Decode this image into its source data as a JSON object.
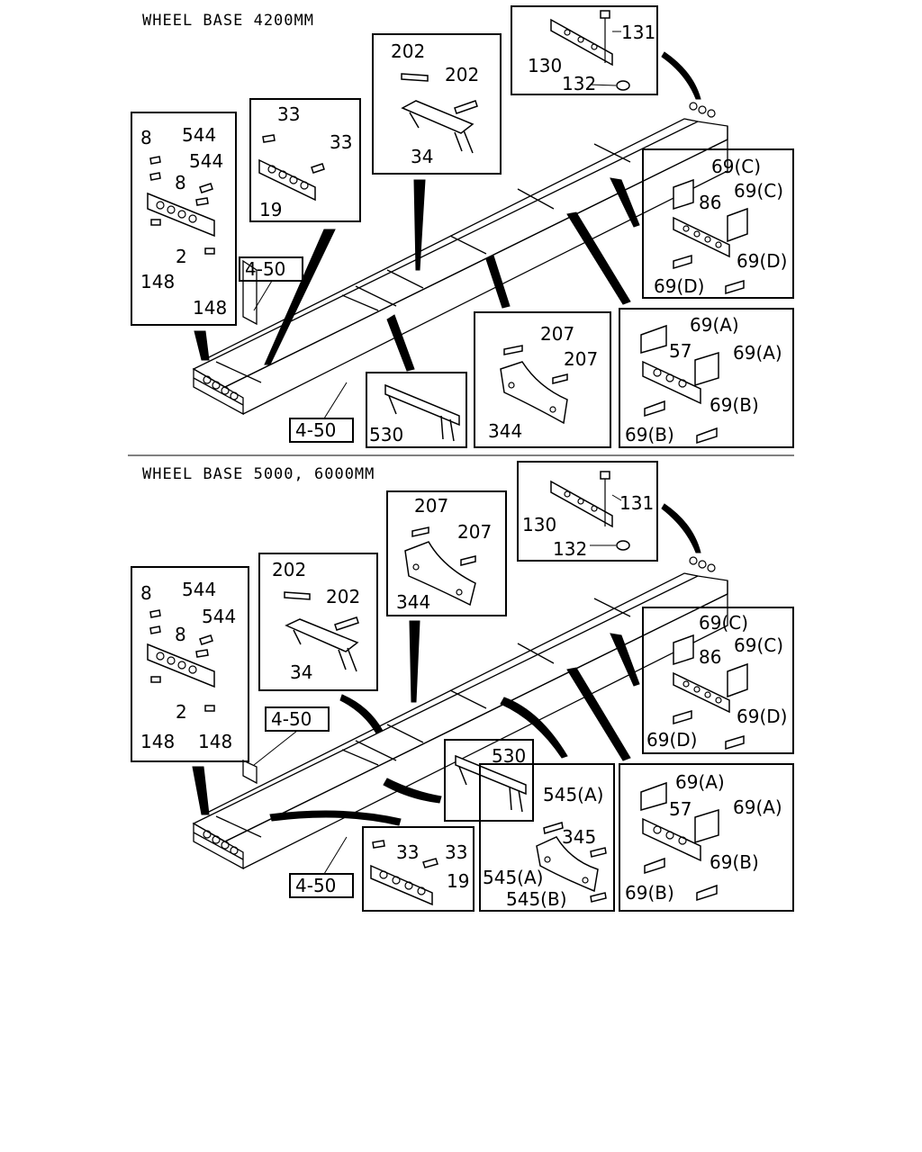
{
  "sections": [
    {
      "title": "WHEEL BASE 4200MM",
      "boxes": {
        "bolt": {
          "labels": [
            "131",
            "130",
            "132"
          ]
        },
        "crossmember_34": {
          "labels": [
            "202",
            "202",
            "34"
          ]
        },
        "crossmember_19": {
          "labels": [
            "33",
            "33",
            "19"
          ]
        },
        "crossmember_2": {
          "labels": [
            "8",
            "544",
            "544",
            "8",
            "2",
            "148",
            "148"
          ]
        },
        "crossmember_86": {
          "labels": [
            "69(C)",
            "69(C)",
            "86",
            "69(D)",
            "69(D)"
          ]
        },
        "crossmember_57": {
          "labels": [
            "69(A)",
            "57",
            "69(A)",
            "69(B)",
            "69(B)"
          ]
        },
        "crossmember_344": {
          "labels": [
            "207",
            "207",
            "344"
          ]
        },
        "crossmember_530": {
          "labels": [
            "530"
          ]
        }
      },
      "refs": [
        "4-50",
        "4-50"
      ]
    },
    {
      "title": "WHEEL BASE 5000, 6000MM",
      "boxes": {
        "bolt": {
          "labels": [
            "131",
            "130",
            "132"
          ]
        },
        "crossmember_344": {
          "labels": [
            "207",
            "207",
            "344"
          ]
        },
        "crossmember_34": {
          "labels": [
            "202",
            "202",
            "34"
          ]
        },
        "crossmember_2": {
          "labels": [
            "8",
            "544",
            "544",
            "8",
            "2",
            "148",
            "148"
          ]
        },
        "crossmember_86": {
          "labels": [
            "69(C)",
            "69(C)",
            "86",
            "69(D)",
            "69(D)"
          ]
        },
        "crossmember_57": {
          "labels": [
            "69(A)",
            "57",
            "69(A)",
            "69(B)",
            "69(B)"
          ]
        },
        "crossmember_530": {
          "labels": [
            "530"
          ]
        },
        "crossmember_19": {
          "labels": [
            "33",
            "33",
            "19"
          ]
        },
        "crossmember_345": {
          "labels": [
            "545(A)",
            "345",
            "545(A)",
            "545(B)"
          ]
        }
      },
      "refs": [
        "4-50",
        "4-50"
      ]
    }
  ]
}
